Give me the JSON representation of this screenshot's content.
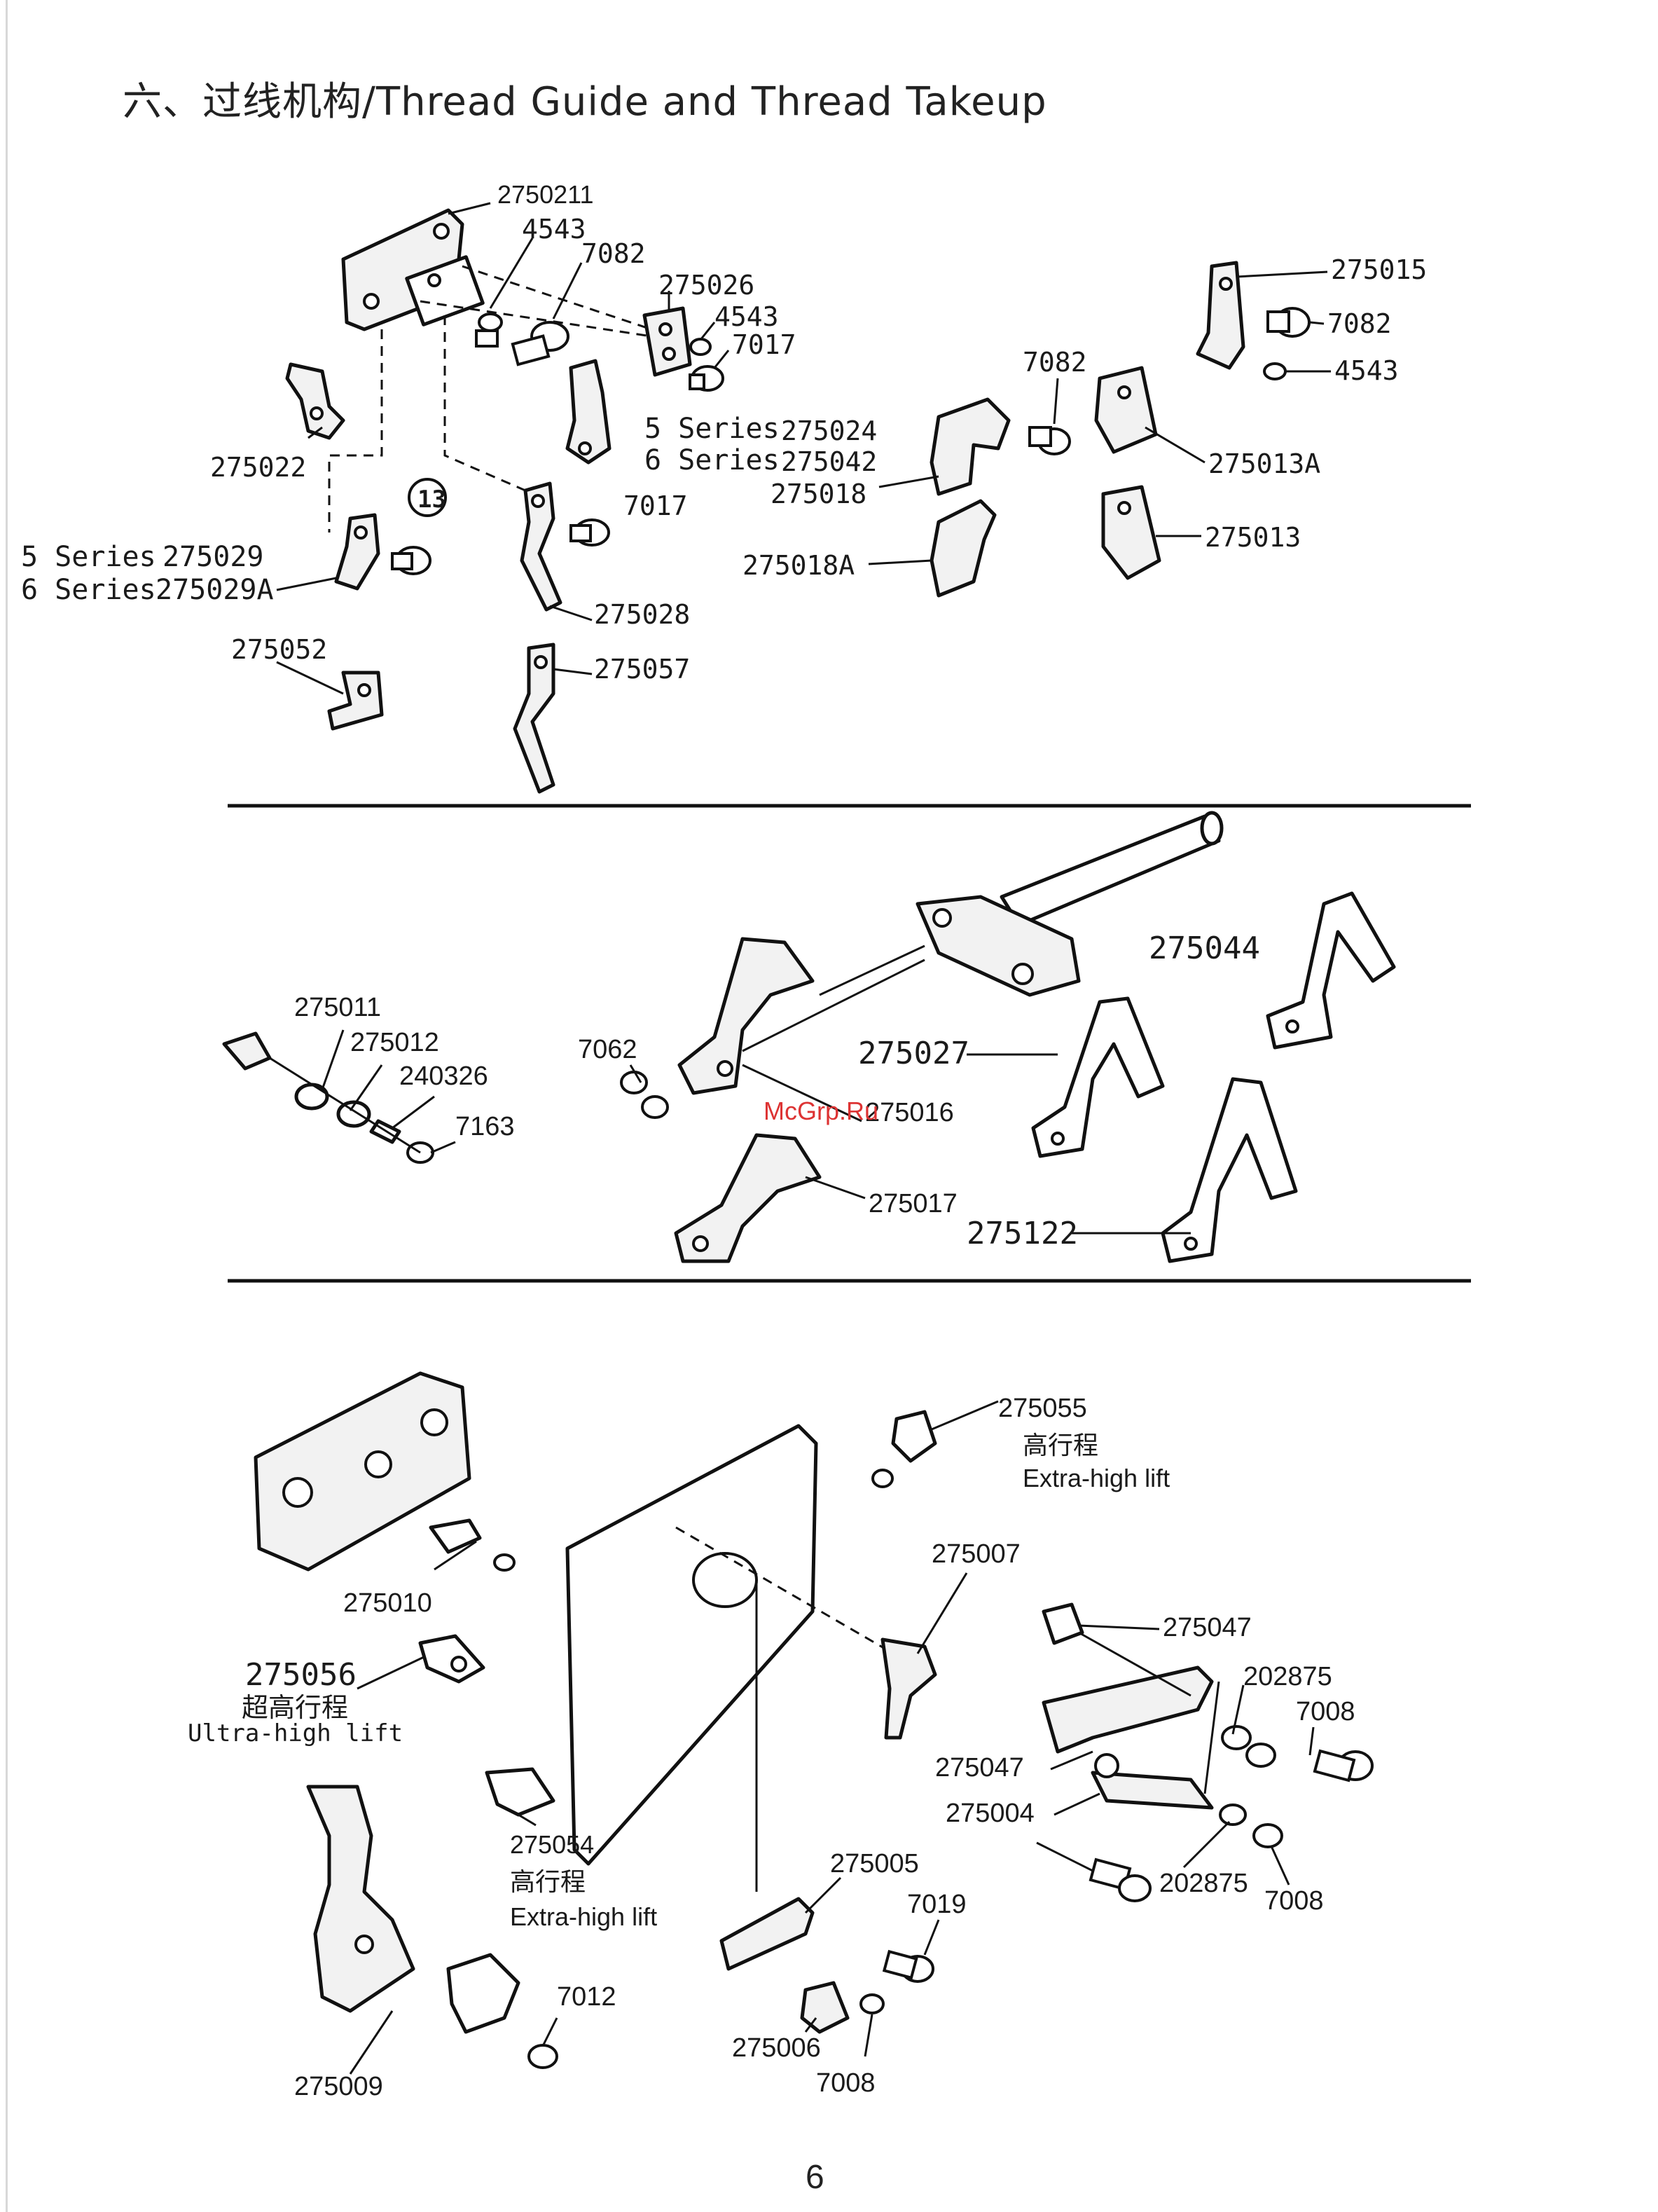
{
  "header": {
    "title": "六、过线机构/Thread Guide and Thread Takeup"
  },
  "page_number": "6",
  "watermark": "McGrp.Ru",
  "section1": {
    "labels": {
      "p2750211": "2750211",
      "p4543a": "4543",
      "p7082a": "7082",
      "p275026": "275026",
      "p4543b": "4543",
      "p7017a": "7017",
      "p5series": "5 Series",
      "p6series": "6 Series",
      "p275024": "275024",
      "p275042": "275042",
      "p275022": "275022",
      "p13": "13",
      "p7017b": "7017",
      "p275029_prefix": "5 Series",
      "p275029": "275029",
      "p275029A_prefix": "6 Series",
      "p275029A": "275029A",
      "p275028": "275028",
      "p275052": "275052",
      "p275057": "275057",
      "p275015": "275015",
      "p7082b": "7082",
      "p4543c": "4543",
      "p7082c": "7082",
      "p275013A": "275013A",
      "p275018": "275018",
      "p275018A": "275018A",
      "p275013": "275013"
    }
  },
  "section2": {
    "labels": {
      "p275011": "275011",
      "p275012": "275012",
      "p240326": "240326",
      "p7163": "7163",
      "p7062": "7062",
      "p275016": "275016",
      "p275017": "275017",
      "p275044": "275044",
      "p275027": "275027",
      "p275122": "275122"
    }
  },
  "section3": {
    "labels": {
      "p275055": "275055",
      "p275055_cn": "高行程",
      "p275055_en": "Extra-high lift",
      "p275010": "275010",
      "p275056": "275056",
      "p275056_cn": "超高行程",
      "p275056_en": "Ultra-high lift",
      "p275007": "275007",
      "p275047a": "275047",
      "p202875a": "202875",
      "p7008a": "7008",
      "p275047b": "275047",
      "p275004": "275004",
      "p202875b": "202875",
      "p7008b": "7008",
      "p275054": "275054",
      "p275054_cn": "高行程",
      "p275054_en": "Extra-high lift",
      "p275005": "275005",
      "p7019": "7019",
      "p7012": "7012",
      "p275006": "275006",
      "p7008c": "7008",
      "p275009": "275009"
    }
  }
}
